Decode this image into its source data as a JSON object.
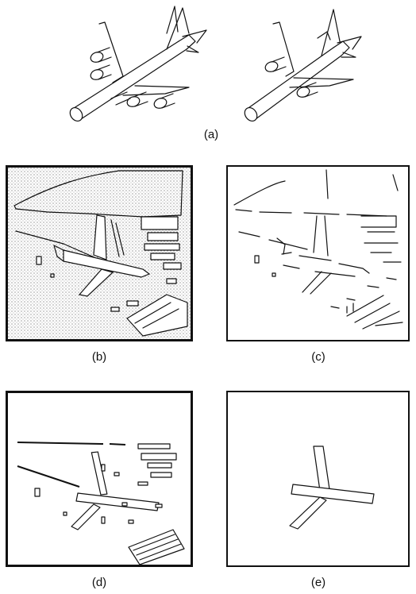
{
  "figure": {
    "captions": {
      "a": "(a)",
      "b": "(b)",
      "c": "(c)",
      "d": "(d)",
      "e": "(e)"
    }
  }
}
